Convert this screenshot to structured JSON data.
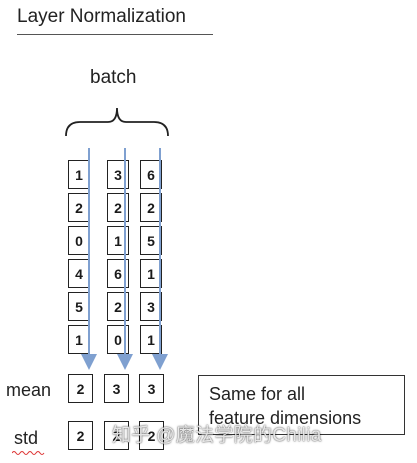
{
  "title": "Layer Normalization",
  "batch_label": "batch",
  "columns": [
    {
      "values": [
        "1",
        "2",
        "0",
        "4",
        "5",
        "1"
      ]
    },
    {
      "values": [
        "3",
        "2",
        "1",
        "6",
        "2",
        "0"
      ]
    },
    {
      "values": [
        "6",
        "2",
        "5",
        "1",
        "3",
        "1"
      ]
    }
  ],
  "mean": {
    "label": "mean",
    "values": [
      "2",
      "3",
      "3"
    ]
  },
  "std": {
    "label": "std",
    "values": [
      "2",
      "2",
      "2"
    ]
  },
  "note": {
    "line1": "Same for all",
    "line2": "feature dimensions"
  },
  "watermark": "知乎 @魔法学院的Chilia",
  "colors": {
    "arrow": "#7fa0d0",
    "border": "#222222"
  }
}
